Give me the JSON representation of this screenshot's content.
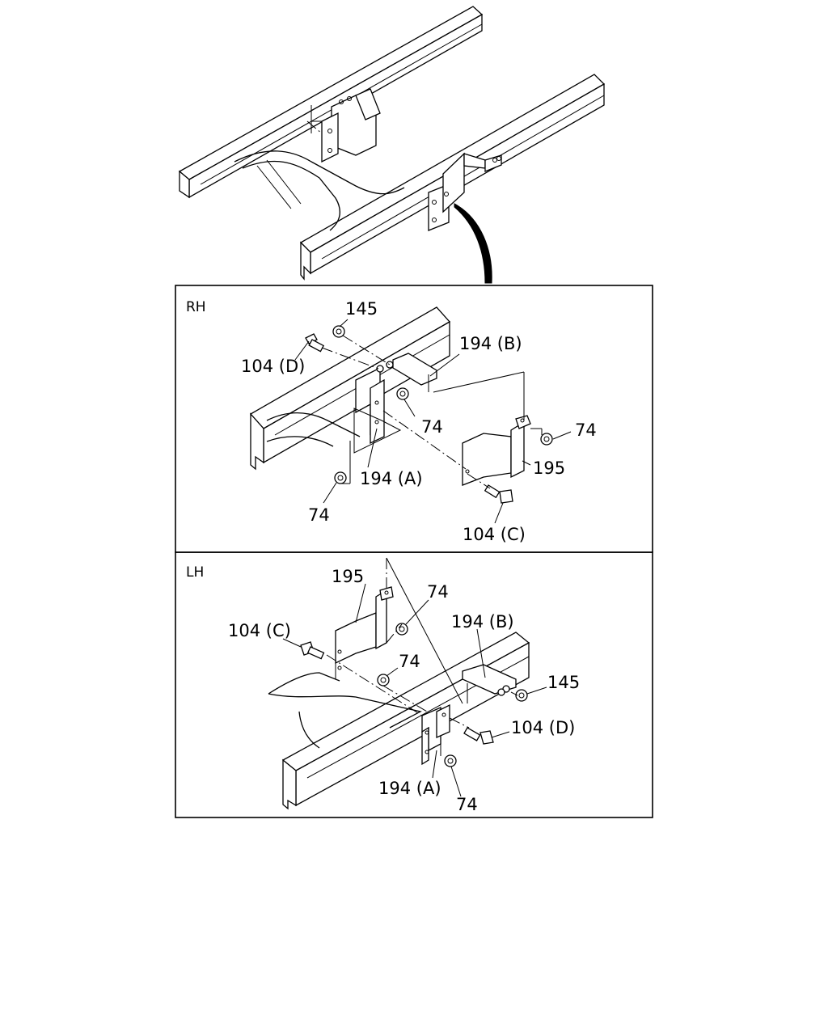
{
  "panels": {
    "rh": {
      "header": "RH"
    },
    "lh": {
      "header": "LH"
    }
  },
  "rh_labels": {
    "c145": "145",
    "c104d": "104 (D)",
    "c194b": "194 (B)",
    "c74_nut_mid": "74",
    "c74_right": "74",
    "c195": "195",
    "c194a": "194 (A)",
    "c74_bottom": "74",
    "c104c": "104 (C)"
  },
  "lh_labels": {
    "c195": "195",
    "c74_top": "74",
    "c194b": "194 (B)",
    "c104c": "104 (C)",
    "c74_mid": "74",
    "c145": "145",
    "c104d": "104 (D)",
    "c194a": "194 (A)",
    "c74_bottom": "74"
  }
}
